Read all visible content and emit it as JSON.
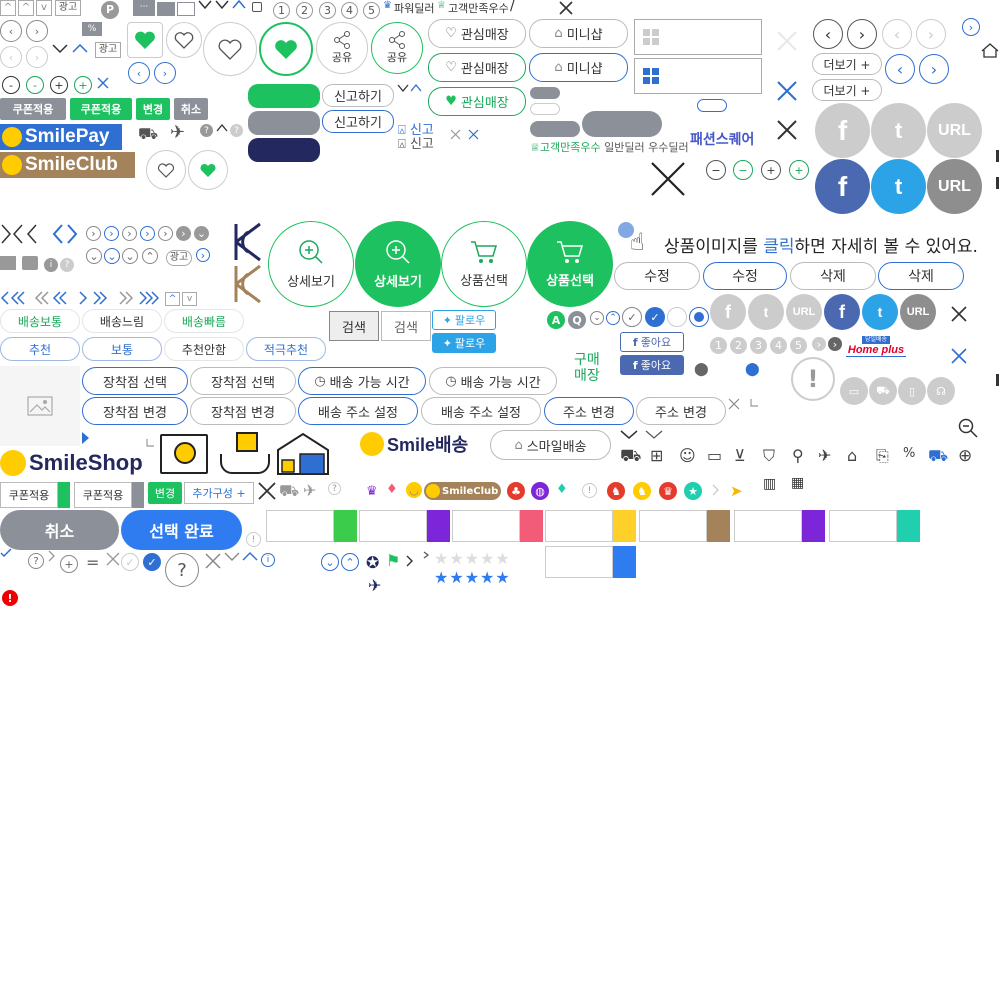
{
  "colors": {
    "green": "#1ec15f",
    "blue": "#2f6fd1",
    "navy": "#23285e",
    "gray": "#8c9099",
    "smile_yellow": "#ffcc00",
    "facebook": "#4b69b1",
    "twitter": "#2ca3e6",
    "url_gray": "#8e8e8e",
    "homeplus_red": "#e1002a"
  },
  "top": {
    "ad": "광고",
    "ad2": "광고",
    "percent": "%",
    "p_badge": "P",
    "pages": [
      "1",
      "2",
      "3",
      "4",
      "5"
    ],
    "power_dealer": "파워딜러",
    "satisfaction": "고객만족우수",
    "slash": "/",
    "like_shop": "관심매장",
    "minishop": "미니샵",
    "share": "공유",
    "more": "더보기 +",
    "report": "신고하기",
    "report_small": "신고",
    "plus_buttons": [
      "-",
      "-",
      "+",
      "+"
    ]
  },
  "tags": {
    "coupon": "쿠폰적용",
    "coupon_green": "쿠폰적용",
    "change": "변경",
    "cancel": "취소"
  },
  "brand": {
    "smilepay": "SmilePay",
    "smileclub": "SmileClub",
    "smileshop": "SmileShop",
    "smile_delivery": "Smile배송",
    "smile_delivery_btn": "스마일배송",
    "fashion_square": "패션스퀘어",
    "homeplus": "Home plus",
    "homeplus_tag": "당일배송",
    "smileclub_badge": "SmileClub"
  },
  "sellers": {
    "satisfaction": "고객만족우수",
    "general": "일반딜러",
    "excellent": "우수딜러"
  },
  "social": {
    "url": "URL",
    "follow": "팔로우",
    "like": "좋아요"
  },
  "big_buttons": {
    "detail": "상세보기",
    "select_product": "상품선택"
  },
  "hint": {
    "before": "상품이미지를 ",
    "click": "클릭",
    "after": "하면 자세히 볼 수 있어요."
  },
  "edit_buttons": [
    "수정",
    "수정",
    "삭제",
    "삭제"
  ],
  "delivery_speed": [
    "배송보통",
    "배송느림",
    "배송빠름"
  ],
  "recommend": [
    "추천",
    "보통",
    "추천안함",
    "적극추천"
  ],
  "search": [
    "검색",
    "검색"
  ],
  "purchase_store": "구매\n매장",
  "aq": [
    "A",
    "Q"
  ],
  "store_buttons": {
    "select_store": "장착점 선택",
    "change_store": "장착점 변경",
    "delivery_time": "배송 가능 시간",
    "address_setting": "배송 주소 설정",
    "address_change": "주소 변경"
  },
  "bottom": {
    "coupon": "쿠폰적용",
    "change": "변경",
    "add_option": "추가구성 +",
    "cancel": "취소",
    "select_done": "선택 완료"
  },
  "swatches": [
    "#3ccc4c",
    "#7d25d9",
    "#f25c78",
    "#ffd02a",
    "#a4835b",
    "#7d25d9",
    "#1fcfae",
    "#2f7cf0"
  ],
  "stars": {
    "empty": "★★★★★",
    "filled": "★★★★★"
  }
}
